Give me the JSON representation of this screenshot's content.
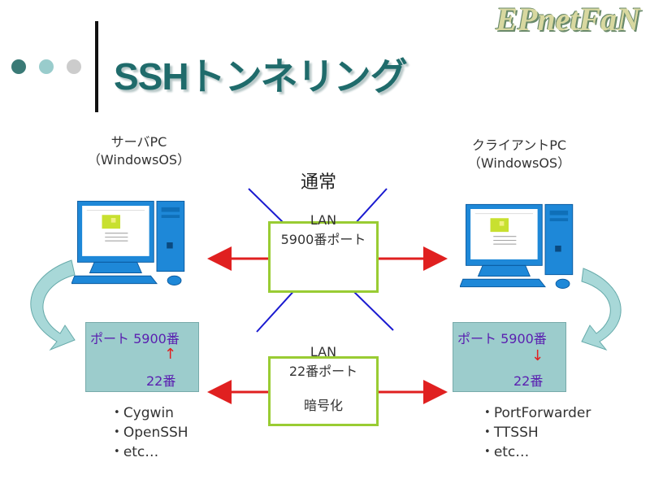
{
  "header": {
    "title": "SSHトンネリング",
    "logo": "EPnetFaN"
  },
  "server": {
    "label_line1": "サーバPC",
    "label_line2": "（WindowsOS）",
    "port_top": "ポート 5900番",
    "arrow": "↑",
    "port_bottom": "22番",
    "tools": [
      "Cygwin",
      "OpenSSH",
      "etc…"
    ]
  },
  "client": {
    "label_line1": "クライアントPC",
    "label_line2": "（WindowsOS）",
    "port_top": "ポート 5900番",
    "arrow": "↓",
    "port_bottom": "22番",
    "tools": [
      "PortForwarder",
      "TTSSH",
      "etc…"
    ]
  },
  "normal": {
    "label": "通常",
    "box_line1": "LAN",
    "box_line2": "5900番ポート"
  },
  "tunnel": {
    "box_line1": "LAN",
    "box_line2": "22番ポート",
    "box_line3": "暗号化"
  },
  "colors": {
    "accent": "#1f6b6b",
    "dot1": "#3a7a76",
    "dot2": "#99cccc",
    "dot3": "#cccccc",
    "arrow": "#e02020",
    "cross": "#1a1ad0",
    "box_border": "#99cc33",
    "port_box": "#9ccccc"
  }
}
